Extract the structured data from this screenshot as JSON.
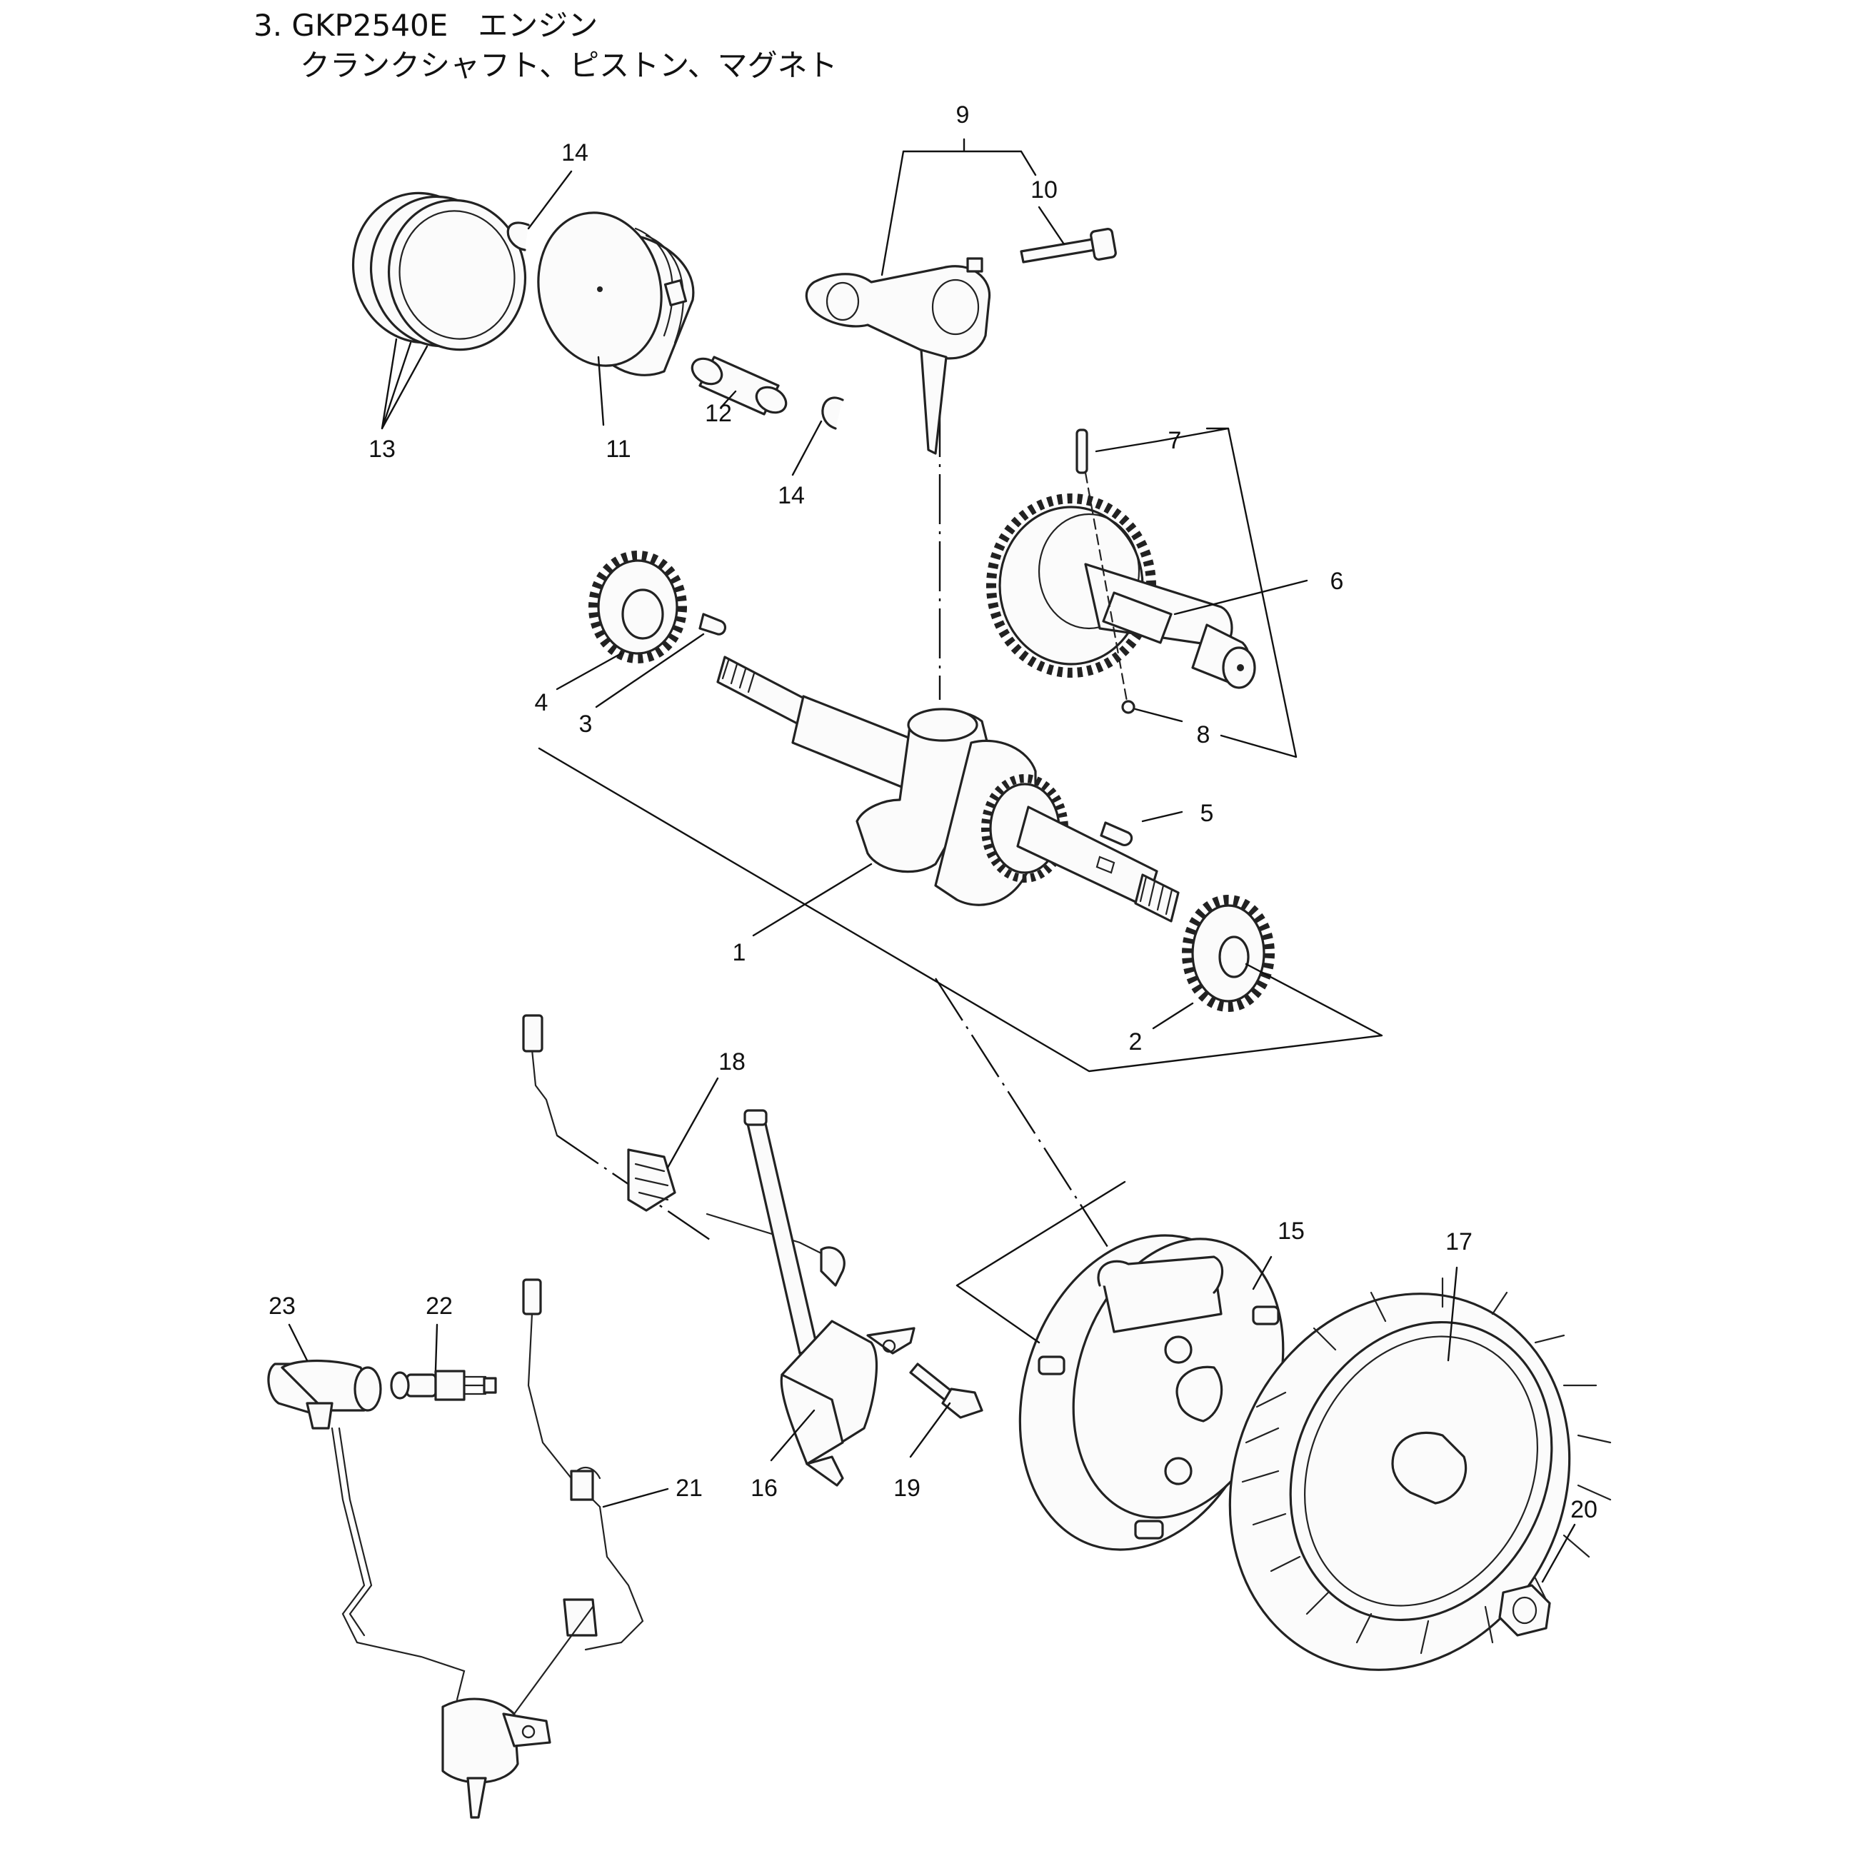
{
  "header": {
    "title_line1": "3. GKP2540E　エンジン",
    "title_line2": "クランクシャフト、ピストン、マグネト"
  },
  "callouts": [
    {
      "id": "1",
      "label": "1"
    },
    {
      "id": "2",
      "label": "2"
    },
    {
      "id": "3",
      "label": "3"
    },
    {
      "id": "4",
      "label": "4"
    },
    {
      "id": "5",
      "label": "5"
    },
    {
      "id": "6",
      "label": "6"
    },
    {
      "id": "7",
      "label": "7"
    },
    {
      "id": "8",
      "label": "8"
    },
    {
      "id": "9",
      "label": "9"
    },
    {
      "id": "10",
      "label": "10"
    },
    {
      "id": "11",
      "label": "11"
    },
    {
      "id": "12",
      "label": "12"
    },
    {
      "id": "13",
      "label": "13"
    },
    {
      "id": "14a",
      "label": "14"
    },
    {
      "id": "14b",
      "label": "14"
    },
    {
      "id": "15",
      "label": "15"
    },
    {
      "id": "16",
      "label": "16"
    },
    {
      "id": "17",
      "label": "17"
    },
    {
      "id": "18",
      "label": "18"
    },
    {
      "id": "19",
      "label": "19"
    },
    {
      "id": "20",
      "label": "20"
    },
    {
      "id": "21",
      "label": "21"
    },
    {
      "id": "22",
      "label": "22"
    },
    {
      "id": "23",
      "label": "23"
    }
  ]
}
